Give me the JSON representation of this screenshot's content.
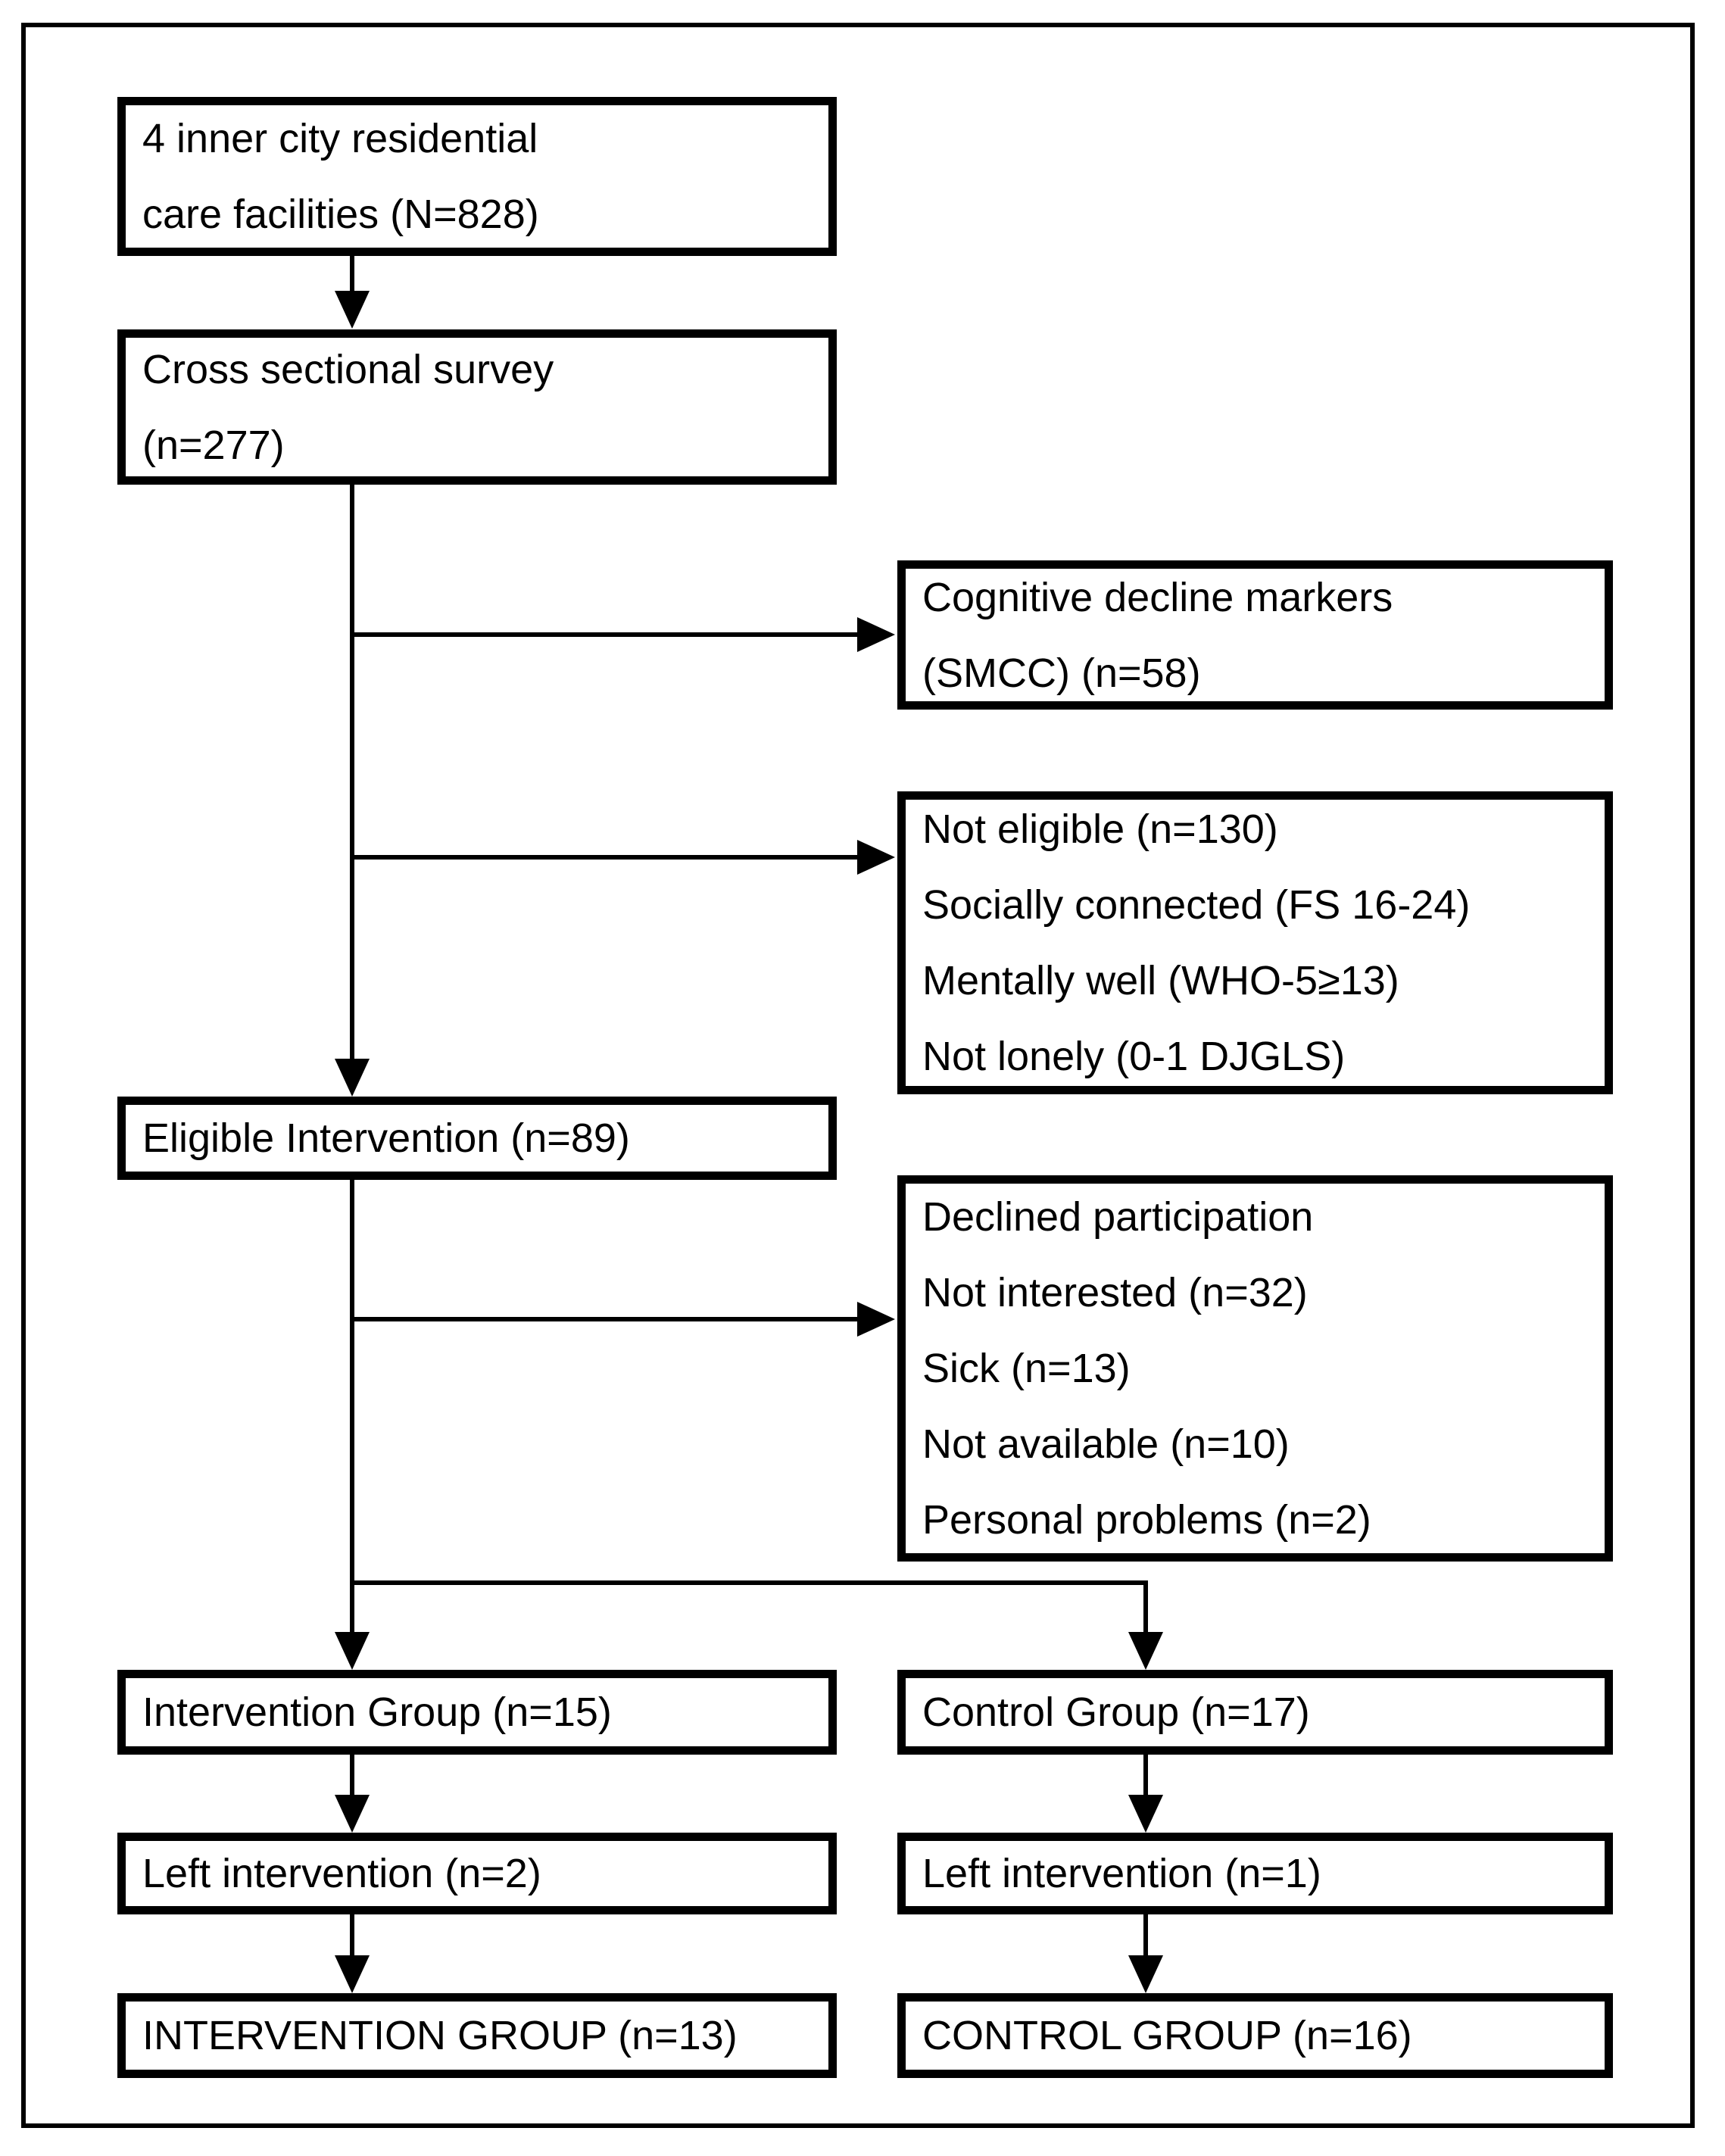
{
  "page": {
    "background_color": "#ffffff",
    "line_color": "#000000"
  },
  "flowchart": {
    "boxes": {
      "facilities": {
        "lines": [
          "4 inner city residential",
          "care facilities (N=828)"
        ]
      },
      "survey": {
        "lines": [
          "Cross sectional survey",
          "(n=277)"
        ]
      },
      "cognitive": {
        "lines": [
          "Cognitive decline markers",
          "(SMCC) (n=58)"
        ]
      },
      "not_eligible": {
        "lines": [
          "Not eligible (n=130)",
          "Socially connected (FS 16-24)",
          "Mentally well (WHO-5≥13)",
          "Not lonely (0-1 DJGLS)"
        ]
      },
      "eligible": {
        "lines": [
          "Eligible Intervention (n=89)"
        ]
      },
      "declined": {
        "lines": [
          "Declined participation",
          "Not interested (n=32)",
          "Sick (n=13)",
          "Not available (n=10)",
          "Personal problems (n=2)"
        ]
      },
      "intervention_group": {
        "lines": [
          "Intervention Group (n=15)"
        ]
      },
      "control_group": {
        "lines": [
          "Control Group (n=17)"
        ]
      },
      "left_intervention_2": {
        "lines": [
          "Left intervention (n=2)"
        ]
      },
      "left_intervention_1": {
        "lines": [
          "Left intervention (n=1)"
        ]
      },
      "final_intervention": {
        "lines": [
          "INTERVENTION GROUP (n=13)"
        ]
      },
      "final_control": {
        "lines": [
          "CONTROL GROUP (n=16)"
        ]
      }
    }
  }
}
